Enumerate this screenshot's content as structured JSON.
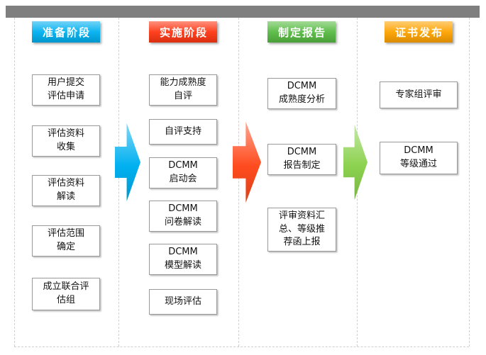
{
  "colors": {
    "top_bar": "#7f7f7f",
    "lane_divider": "#cfcfcf",
    "box_border": "#9a9a9a"
  },
  "phases": [
    {
      "label": "准备阶段",
      "color": "#00B0F0",
      "steps": [
        "用户提交\n评估申请",
        "评估资料\n收集",
        "评估资料\n解读",
        "评估范围\n确定",
        "成立联合评\n估组"
      ]
    },
    {
      "label": "实施阶段",
      "color": "#FF3714",
      "steps": [
        "能力成熟度\n自评",
        "自评支持",
        "DCMM\n启动会",
        "DCMM\n问卷解读",
        "DCMM\n模型解读",
        "现场评估"
      ]
    },
    {
      "label": "制定报告",
      "color": "#58BB43",
      "steps": [
        "DCMM\n成熟度分析",
        "DCMM\n报告制定",
        "评审资料汇\n总、等级推\n荐函上报"
      ]
    },
    {
      "label": "证书发布",
      "color": "#FFA300",
      "steps": [
        "专家组评审",
        "DCMM\n等级通过"
      ]
    }
  ],
  "arrows": [
    {
      "color": "#00B0F0"
    },
    {
      "color": "#FF4B1E"
    },
    {
      "color": "#8CD24F"
    }
  ]
}
